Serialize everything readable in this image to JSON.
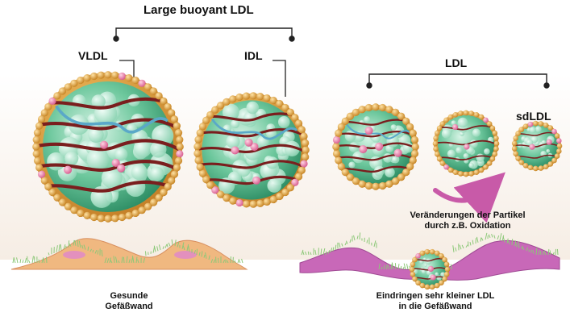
{
  "labels": {
    "large_buoyant": "Large buoyant LDL",
    "vldl": "VLDL",
    "idl": "IDL",
    "ldl": "LDL",
    "sdldl": "sdLDL"
  },
  "captions": {
    "change_line1": "Veränderungen der Partikel",
    "change_line2": "durch z.B. Oxidation",
    "healthy_line1": "Gesunde",
    "healthy_line2": "Gefäßwand",
    "penetration_line1": "Eindringen sehr kleiner LDL",
    "penetration_line2": "in die Gefäßwand"
  },
  "colors": {
    "shell": "#e0a23c",
    "shell_dark": "#b8741e",
    "core": "#4fb98a",
    "core_light": "#bfe9d6",
    "apo_band": "#7a1e1e",
    "apo_cyan": "#5aa8c8",
    "pink_bead": "#e880a8",
    "arrow": "#c85aa8",
    "healthy_wall": "#f0b880",
    "healthy_spot": "#e088c8",
    "inflamed_wall": "#c868b8",
    "grass": "#8cc878",
    "bracket": "#222222"
  }
}
